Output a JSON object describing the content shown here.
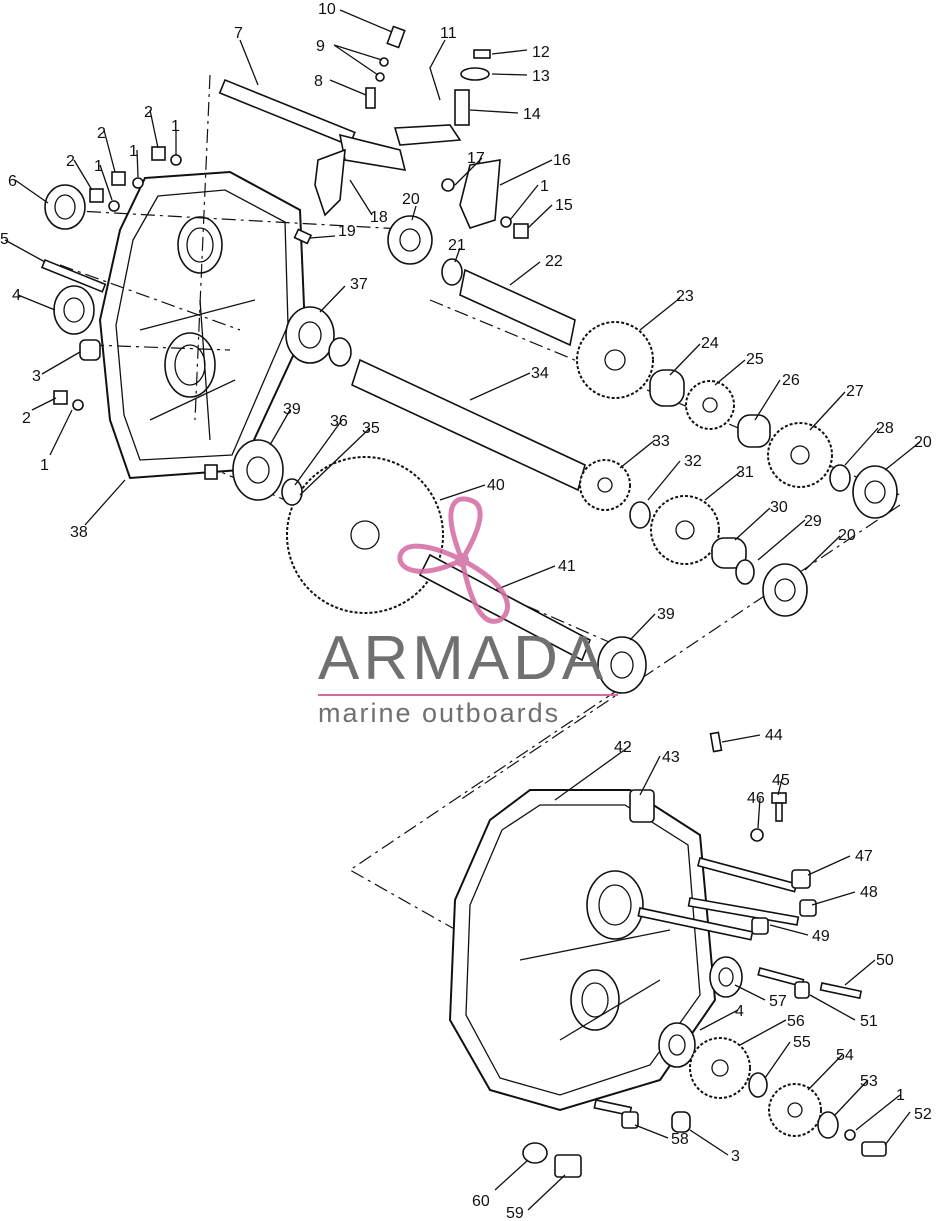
{
  "brand": {
    "name": "ARMADA",
    "tagline": "marine outboards",
    "accent_color": "#d46aa0",
    "logo_icon": "propeller-icon"
  },
  "callouts": [
    {
      "id": "c10",
      "text": "10"
    },
    {
      "id": "c9",
      "text": "9"
    },
    {
      "id": "c11",
      "text": "11"
    },
    {
      "id": "c12",
      "text": "12"
    },
    {
      "id": "c13",
      "text": "13"
    },
    {
      "id": "c14",
      "text": "14"
    },
    {
      "id": "c7",
      "text": "7"
    },
    {
      "id": "c8",
      "text": "8"
    },
    {
      "id": "c2a",
      "text": "2"
    },
    {
      "id": "c1a",
      "text": "1"
    },
    {
      "id": "c2b",
      "text": "2"
    },
    {
      "id": "c1b",
      "text": "1"
    },
    {
      "id": "c2c",
      "text": "2"
    },
    {
      "id": "c1c",
      "text": "1"
    },
    {
      "id": "c6",
      "text": "6"
    },
    {
      "id": "c17",
      "text": "17"
    },
    {
      "id": "c16",
      "text": "16"
    },
    {
      "id": "c1d",
      "text": "1"
    },
    {
      "id": "c15",
      "text": "15"
    },
    {
      "id": "c18",
      "text": "18"
    },
    {
      "id": "c20a",
      "text": "20"
    },
    {
      "id": "c19",
      "text": "19"
    },
    {
      "id": "c21",
      "text": "21"
    },
    {
      "id": "c22",
      "text": "22"
    },
    {
      "id": "c5",
      "text": "5"
    },
    {
      "id": "c37",
      "text": "37"
    },
    {
      "id": "c4a",
      "text": "4"
    },
    {
      "id": "c23",
      "text": "23"
    },
    {
      "id": "c24",
      "text": "24"
    },
    {
      "id": "c25",
      "text": "25"
    },
    {
      "id": "c3a",
      "text": "3"
    },
    {
      "id": "c34",
      "text": "34"
    },
    {
      "id": "c26",
      "text": "26"
    },
    {
      "id": "c27",
      "text": "27"
    },
    {
      "id": "c2d",
      "text": "2"
    },
    {
      "id": "c1e",
      "text": "1"
    },
    {
      "id": "c39a",
      "text": "39"
    },
    {
      "id": "c36",
      "text": "36"
    },
    {
      "id": "c35",
      "text": "35"
    },
    {
      "id": "c28",
      "text": "28"
    },
    {
      "id": "c20b",
      "text": "20"
    },
    {
      "id": "c33",
      "text": "33"
    },
    {
      "id": "c32",
      "text": "32"
    },
    {
      "id": "c31",
      "text": "31"
    },
    {
      "id": "c40",
      "text": "40"
    },
    {
      "id": "c38",
      "text": "38"
    },
    {
      "id": "c30",
      "text": "30"
    },
    {
      "id": "c29",
      "text": "29"
    },
    {
      "id": "c20c",
      "text": "20"
    },
    {
      "id": "c41",
      "text": "41"
    },
    {
      "id": "c39b",
      "text": "39"
    },
    {
      "id": "c42",
      "text": "42"
    },
    {
      "id": "c43",
      "text": "43"
    },
    {
      "id": "c44",
      "text": "44"
    },
    {
      "id": "c45",
      "text": "45"
    },
    {
      "id": "c46",
      "text": "46"
    },
    {
      "id": "c47",
      "text": "47"
    },
    {
      "id": "c48",
      "text": "48"
    },
    {
      "id": "c49",
      "text": "49"
    },
    {
      "id": "c50",
      "text": "50"
    },
    {
      "id": "c57",
      "text": "57"
    },
    {
      "id": "c51",
      "text": "51"
    },
    {
      "id": "c4b",
      "text": "4"
    },
    {
      "id": "c56",
      "text": "56"
    },
    {
      "id": "c55",
      "text": "55"
    },
    {
      "id": "c54",
      "text": "54"
    },
    {
      "id": "c53",
      "text": "53"
    },
    {
      "id": "c1f",
      "text": "1"
    },
    {
      "id": "c52",
      "text": "52"
    },
    {
      "id": "c58",
      "text": "58"
    },
    {
      "id": "c3b",
      "text": "3"
    },
    {
      "id": "c60",
      "text": "60"
    },
    {
      "id": "c59",
      "text": "59"
    }
  ]
}
